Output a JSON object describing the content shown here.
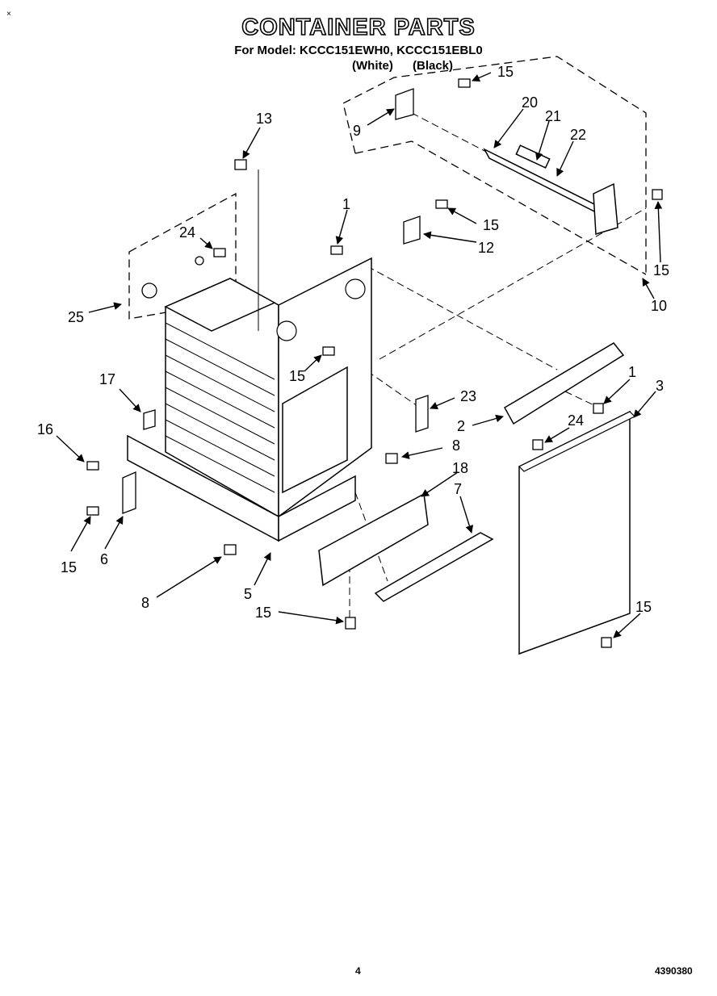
{
  "corner_mark": "×",
  "title": "CONTAINER PARTS",
  "model_line": "For Model: KCCC151EWH0, KCCC151EBL0",
  "variants": [
    "(White)",
    "(Black)"
  ],
  "callouts": [
    "13",
    "24",
    "25",
    "17",
    "16",
    "15",
    "6",
    "8",
    "5",
    "15",
    "1",
    "15",
    "12",
    "15",
    "23",
    "8",
    "18",
    "7",
    "15",
    "9",
    "15",
    "20",
    "21",
    "22",
    "15",
    "10",
    "1",
    "3",
    "2",
    "24",
    "15"
  ],
  "page_number": "4",
  "doc_number": "4390380"
}
